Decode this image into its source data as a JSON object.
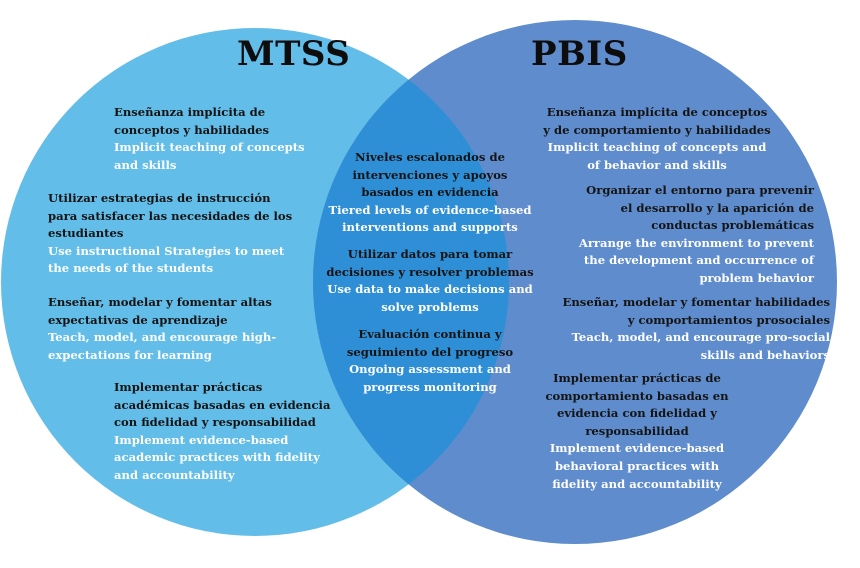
{
  "colors": {
    "mtss_circle": "#63bde9",
    "pbis_circle": "#5f8ccc",
    "overlap": "#2f8fd6",
    "spanish_text": "#141414",
    "english_text": "#ffffff"
  },
  "mtss": {
    "title": "MTSS",
    "items": [
      {
        "es": "Enseñanza implícita de\nconceptos y habilidades",
        "en": "Implicit teaching of concepts\nand skills"
      },
      {
        "es": "Utilizar estrategias de instrucción\npara satisfacer las necesidades de los\nestudiantes",
        "en": "Use instructional Strategies to meet\nthe needs of the students"
      },
      {
        "es": "Enseñar, modelar y fomentar altas\nexpectativas de aprendizaje",
        "en": "Teach, model, and encourage high-\nexpectations for learning"
      },
      {
        "es": "Implementar prácticas\nacadémicas basadas en evidencia\ncon fidelidad y responsabilidad",
        "en": "Implement evidence-based\nacademic practices with fidelity\nand accountability"
      }
    ]
  },
  "shared": {
    "items": [
      {
        "es": "Niveles escalonados de\nintervenciones y apoyos\nbasados en evidencia",
        "en": "Tiered levels of evidence-based\ninterventions and supports"
      },
      {
        "es": "Utilizar datos para tomar\ndecisiones y resolver problemas",
        "en": "Use data to make decisions and\nsolve problems"
      },
      {
        "es": "Evaluación continua y\nseguimiento del progreso",
        "en": "Ongoing assessment and\nprogress monitoring"
      }
    ]
  },
  "pbis": {
    "title": "PBIS",
    "items": [
      {
        "es": "Enseñanza implícita de conceptos\ny de comportamiento y habilidades",
        "en": "Implicit teaching of concepts and\nof behavior and skills"
      },
      {
        "es": "Organizar el entorno para prevenir\nel desarrollo y la aparición de\nconductas problemáticas",
        "en": "Arrange the environment to prevent\nthe development and occurrence of\nproblem behavior"
      },
      {
        "es": "Enseñar, modelar y fomentar habilidades\ny comportamientos prosociales",
        "en": "Teach, model, and encourage pro-social\nskills and behaviors"
      },
      {
        "es": "Implementar prácticas de\ncomportamiento basadas en\nevidencia con fidelidad y\nresponsabilidad",
        "en": "Implement evidence-based\nbehavioral practices with\nfidelity and accountability"
      }
    ]
  }
}
